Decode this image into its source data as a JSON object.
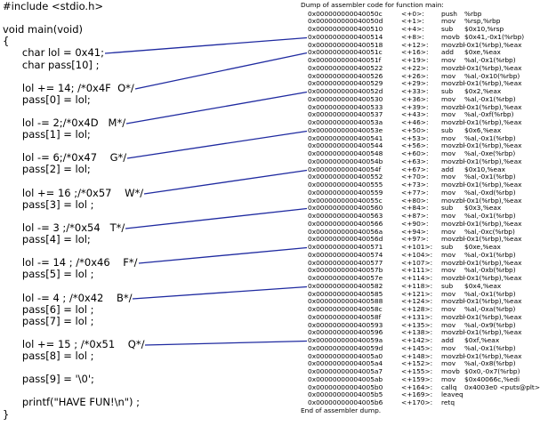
{
  "colors": {
    "link": "#1f2aa0",
    "text": "#000000",
    "background": "#ffffff"
  },
  "source": [
    "#include <stdio.h>",
    "",
    "void main(void)",
    "{",
    "      char lol = 0x41;",
    "      char pass[10] ;",
    "",
    "      lol += 14; /*0x4F  O*/",
    "      pass[0] = lol;",
    "",
    "      lol -= 2;/*0x4D   M*/",
    "      pass[1] = lol;",
    "",
    "      lol -= 6;/*0x47    G*/",
    "      pass[2] = lol;",
    "",
    "      lol += 16 ;/*0x57    W*/",
    "      pass[3] = lol ;",
    "",
    "      lol -= 3 ;/*0x54   T*/",
    "      pass[4] = lol;",
    "",
    "      lol -= 14 ; /*0x46    F*/",
    "      pass[5] = lol ;",
    "",
    "      lol -= 4 ; /*0x42    B*/",
    "      pass[6] = lol ;",
    "      pass[7] = lol ;",
    "",
    "      lol += 15 ; /*0x51    Q*/",
    "      pass[8] = lol ;",
    "",
    "      pass[9] = '\\0';",
    "",
    "      printf(\"HAVE FUN!\\n\") ;",
    "}"
  ],
  "asm": {
    "title": "Dump of assembler code for function main:",
    "end": "End of assembler dump.",
    "rows": [
      {
        "addr": "0x000000000040050c",
        "off": "<+0>:",
        "mn": "push",
        "op": "%rbp"
      },
      {
        "addr": "0x000000000040050d",
        "off": "<+1>:",
        "mn": "mov",
        "op": "%rsp,%rbp"
      },
      {
        "addr": "0x0000000000400510",
        "off": "<+4>:",
        "mn": "sub",
        "op": "$0x10,%rsp"
      },
      {
        "addr": "0x0000000000400514",
        "off": "<+8>:",
        "mn": "movb",
        "op": "$0x41,-0x1(%rbp)"
      },
      {
        "addr": "0x0000000000400518",
        "off": "<+12>:",
        "mn": "movzbl",
        "op": "-0x1(%rbp),%eax"
      },
      {
        "addr": "0x000000000040051c",
        "off": "<+16>:",
        "mn": "add",
        "op": "$0xe,%eax"
      },
      {
        "addr": "0x000000000040051f",
        "off": "<+19>:",
        "mn": "mov",
        "op": "%al,-0x1(%rbp)"
      },
      {
        "addr": "0x0000000000400522",
        "off": "<+22>:",
        "mn": "movzbl",
        "op": "-0x1(%rbp),%eax"
      },
      {
        "addr": "0x0000000000400526",
        "off": "<+26>:",
        "mn": "mov",
        "op": "%al,-0x10(%rbp)"
      },
      {
        "addr": "0x0000000000400529",
        "off": "<+29>:",
        "mn": "movzbl",
        "op": "-0x1(%rbp),%eax"
      },
      {
        "addr": "0x000000000040052d",
        "off": "<+33>:",
        "mn": "sub",
        "op": "$0x2,%eax"
      },
      {
        "addr": "0x0000000000400530",
        "off": "<+36>:",
        "mn": "mov",
        "op": "%al,-0x1(%rbp)"
      },
      {
        "addr": "0x0000000000400533",
        "off": "<+39>:",
        "mn": "movzbl",
        "op": "-0x1(%rbp),%eax"
      },
      {
        "addr": "0x0000000000400537",
        "off": "<+43>:",
        "mn": "mov",
        "op": "%al,-0xf(%rbp)"
      },
      {
        "addr": "0x000000000040053a",
        "off": "<+46>:",
        "mn": "movzbl",
        "op": "-0x1(%rbp),%eax"
      },
      {
        "addr": "0x000000000040053e",
        "off": "<+50>:",
        "mn": "sub",
        "op": "$0x6,%eax"
      },
      {
        "addr": "0x0000000000400541",
        "off": "<+53>:",
        "mn": "mov",
        "op": "%al,-0x1(%rbp)"
      },
      {
        "addr": "0x0000000000400544",
        "off": "<+56>:",
        "mn": "movzbl",
        "op": "-0x1(%rbp),%eax"
      },
      {
        "addr": "0x0000000000400548",
        "off": "<+60>:",
        "mn": "mov",
        "op": "%al,-0xe(%rbp)"
      },
      {
        "addr": "0x000000000040054b",
        "off": "<+63>:",
        "mn": "movzbl",
        "op": "-0x1(%rbp),%eax"
      },
      {
        "addr": "0x000000000040054f",
        "off": "<+67>:",
        "mn": "add",
        "op": "$0x10,%eax"
      },
      {
        "addr": "0x0000000000400552",
        "off": "<+70>:",
        "mn": "mov",
        "op": "%al,-0x1(%rbp)"
      },
      {
        "addr": "0x0000000000400555",
        "off": "<+73>:",
        "mn": "movzbl",
        "op": "-0x1(%rbp),%eax"
      },
      {
        "addr": "0x0000000000400559",
        "off": "<+77>:",
        "mn": "mov",
        "op": "%al,-0xd(%rbp)"
      },
      {
        "addr": "0x000000000040055c",
        "off": "<+80>:",
        "mn": "movzbl",
        "op": "-0x1(%rbp),%eax"
      },
      {
        "addr": "0x0000000000400560",
        "off": "<+84>:",
        "mn": "sub",
        "op": "$0x3,%eax"
      },
      {
        "addr": "0x0000000000400563",
        "off": "<+87>:",
        "mn": "mov",
        "op": "%al,-0x1(%rbp)"
      },
      {
        "addr": "0x0000000000400566",
        "off": "<+90>:",
        "mn": "movzbl",
        "op": "-0x1(%rbp),%eax"
      },
      {
        "addr": "0x000000000040056a",
        "off": "<+94>:",
        "mn": "mov",
        "op": "%al,-0xc(%rbp)"
      },
      {
        "addr": "0x000000000040056d",
        "off": "<+97>:",
        "mn": "movzbl",
        "op": "-0x1(%rbp),%eax"
      },
      {
        "addr": "0x0000000000400571",
        "off": "<+101>:",
        "mn": "sub",
        "op": "$0xe,%eax"
      },
      {
        "addr": "0x0000000000400574",
        "off": "<+104>:",
        "mn": "mov",
        "op": "%al,-0x1(%rbp)"
      },
      {
        "addr": "0x0000000000400577",
        "off": "<+107>:",
        "mn": "movzbl",
        "op": "-0x1(%rbp),%eax"
      },
      {
        "addr": "0x000000000040057b",
        "off": "<+111>:",
        "mn": "mov",
        "op": "%al,-0xb(%rbp)"
      },
      {
        "addr": "0x000000000040057e",
        "off": "<+114>:",
        "mn": "movzbl",
        "op": "-0x1(%rbp),%eax"
      },
      {
        "addr": "0x0000000000400582",
        "off": "<+118>:",
        "mn": "sub",
        "op": "$0x4,%eax"
      },
      {
        "addr": "0x0000000000400585",
        "off": "<+121>:",
        "mn": "mov",
        "op": "%al,-0x1(%rbp)"
      },
      {
        "addr": "0x0000000000400588",
        "off": "<+124>:",
        "mn": "movzbl",
        "op": "-0x1(%rbp),%eax"
      },
      {
        "addr": "0x000000000040058c",
        "off": "<+128>:",
        "mn": "mov",
        "op": "%al,-0xa(%rbp)"
      },
      {
        "addr": "0x000000000040058f",
        "off": "<+131>:",
        "mn": "movzbl",
        "op": "-0x1(%rbp),%eax"
      },
      {
        "addr": "0x0000000000400593",
        "off": "<+135>:",
        "mn": "mov",
        "op": "%al,-0x9(%rbp)"
      },
      {
        "addr": "0x0000000000400596",
        "off": "<+138>:",
        "mn": "movzbl",
        "op": "-0x1(%rbp),%eax"
      },
      {
        "addr": "0x000000000040059a",
        "off": "<+142>:",
        "mn": "add",
        "op": "$0xf,%eax"
      },
      {
        "addr": "0x000000000040059d",
        "off": "<+145>:",
        "mn": "mov",
        "op": "%al,-0x1(%rbp)"
      },
      {
        "addr": "0x00000000004005a0",
        "off": "<+148>:",
        "mn": "movzbl",
        "op": "-0x1(%rbp),%eax"
      },
      {
        "addr": "0x00000000004005a4",
        "op": "%al,-0x8(%rbp)",
        "off": "<+152>:",
        "mn": "mov"
      },
      {
        "addr": "0x00000000004005a7",
        "off": "<+155>:",
        "mn": "movb",
        "op": "$0x0,-0x7(%rbp)"
      },
      {
        "addr": "0x00000000004005ab",
        "off": "<+159>:",
        "mn": "mov",
        "op": "$0x40066c,%edi"
      },
      {
        "addr": "0x00000000004005b0",
        "off": "<+164>:",
        "mn": "callq",
        "op": "0x4003e0 <puts@plt>"
      },
      {
        "addr": "0x00000000004005b5",
        "off": "<+169>:",
        "mn": "leaveq",
        "op": ""
      },
      {
        "addr": "0x00000000004005b6",
        "off": "<+170>:",
        "mn": "retq",
        "op": ""
      }
    ]
  },
  "links": [
    {
      "from_line": 4,
      "to_row": 3
    },
    {
      "from_line": 7,
      "to_row": 5
    },
    {
      "from_line": 10,
      "to_row": 10
    },
    {
      "from_line": 13,
      "to_row": 15
    },
    {
      "from_line": 16,
      "to_row": 20
    },
    {
      "from_line": 19,
      "to_row": 25
    },
    {
      "from_line": 22,
      "to_row": 30
    },
    {
      "from_line": 25,
      "to_row": 35
    },
    {
      "from_line": 29,
      "to_row": 42
    }
  ]
}
